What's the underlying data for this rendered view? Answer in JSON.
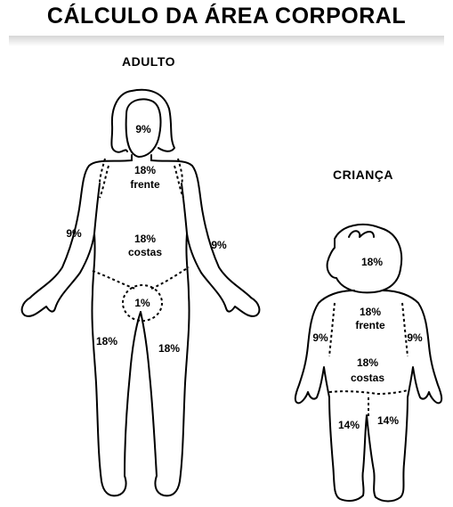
{
  "title": "CÁLCULO DA ÁREA CORPORAL",
  "adult": {
    "heading": "ADULTO",
    "head": "9%",
    "torso_front_pct": "18%",
    "torso_front_word": "frente",
    "torso_back_pct": "18%",
    "torso_back_word": "costas",
    "arm_left": "9%",
    "arm_right": "9%",
    "genital": "1%",
    "leg_left": "18%",
    "leg_right": "18%"
  },
  "child": {
    "heading": "CRIANÇA",
    "head": "18%",
    "torso_front_pct": "18%",
    "torso_front_word": "frente",
    "torso_back_pct": "18%",
    "torso_back_word": "costas",
    "arm_left": "9%",
    "arm_right": "9%",
    "leg_left": "14%",
    "leg_right": "14%"
  }
}
